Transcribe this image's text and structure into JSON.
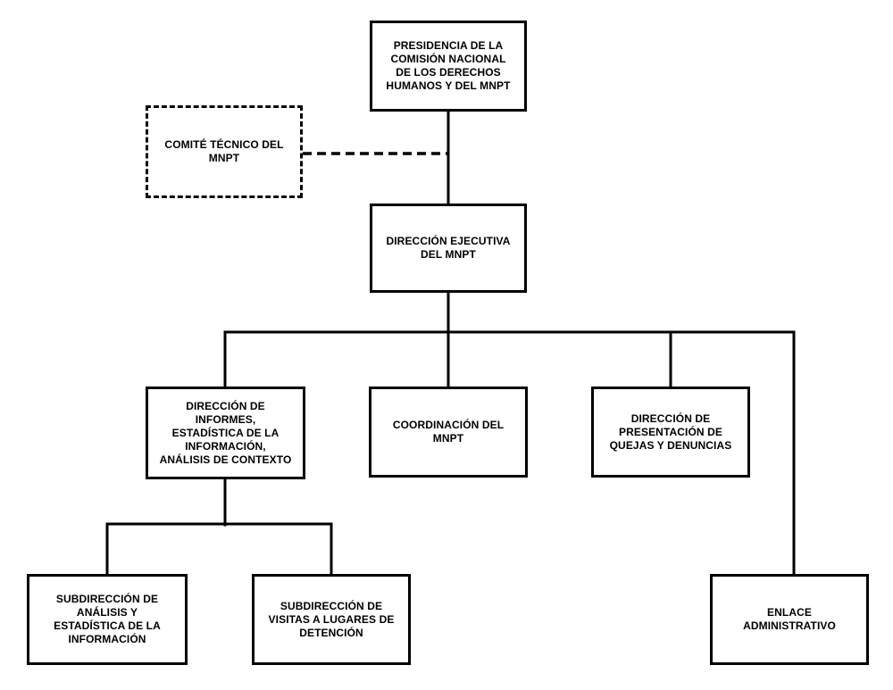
{
  "org_chart": {
    "type": "organizational-chart",
    "colors": {
      "background": "#ffffff",
      "line": "#000000",
      "text": "#000000",
      "box_border": "#000000"
    },
    "nodes": [
      {
        "id": "presidencia",
        "label": "PRESIDENCIA DE LA\nCOMISIÓN NACIONAL\nDE LOS DERECHOS\nHUMANOS Y DEL MNPT",
        "border_style": "solid",
        "level": 0
      },
      {
        "id": "comite-tecnico",
        "label": "COMITÉ TÉCNICO DEL\nMNPT",
        "border_style": "dashed",
        "level": 1
      },
      {
        "id": "direccion-ejecutiva",
        "label": "DIRECCIÓN EJECUTIVA\nDEL MNPT",
        "border_style": "solid",
        "level": 1
      },
      {
        "id": "direccion-informes",
        "label": "DIRECCIÓN DE\nINFORMES,\nESTADÍSTICA DE LA\nINFORMACIÓN,\nANÁLISIS DE CONTEXTO",
        "border_style": "solid",
        "level": 2
      },
      {
        "id": "coordinacion",
        "label": "COORDINACIÓN DEL\nMNPT",
        "border_style": "solid",
        "level": 2
      },
      {
        "id": "direccion-quejas",
        "label": "DIRECCIÓN DE\nPRESENTACIÓN DE\nQUEJAS Y DENUNCIAS",
        "border_style": "solid",
        "level": 2
      },
      {
        "id": "subdireccion-analisis",
        "label": "SUBDIRECCIÓN DE\nANÁLISIS Y\nESTADÍSTICA DE LA\nINFORMACIÓN",
        "border_style": "solid",
        "level": 3
      },
      {
        "id": "subdireccion-visitas",
        "label": "SUBDIRECCIÓN DE\nVISITAS A LUGARES DE\nDETENCIÓN",
        "border_style": "solid",
        "level": 3
      },
      {
        "id": "enlace-administrativo",
        "label": "ENLACE\nADMINISTRATIVO",
        "border_style": "solid",
        "level": 3
      }
    ],
    "edges": [
      {
        "from": "presidencia",
        "to": "direccion-ejecutiva",
        "style": "solid"
      },
      {
        "from": "comite-tecnico",
        "to": "presidencia",
        "style": "dashed"
      },
      {
        "from": "direccion-ejecutiva",
        "to": "direccion-informes",
        "style": "solid"
      },
      {
        "from": "direccion-ejecutiva",
        "to": "coordinacion",
        "style": "solid"
      },
      {
        "from": "direccion-ejecutiva",
        "to": "direccion-quejas",
        "style": "solid"
      },
      {
        "from": "direccion-ejecutiva",
        "to": "enlace-administrativo",
        "style": "solid"
      },
      {
        "from": "direccion-informes",
        "to": "subdireccion-analisis",
        "style": "solid"
      },
      {
        "from": "direccion-informes",
        "to": "subdireccion-visitas",
        "style": "solid"
      }
    ]
  }
}
